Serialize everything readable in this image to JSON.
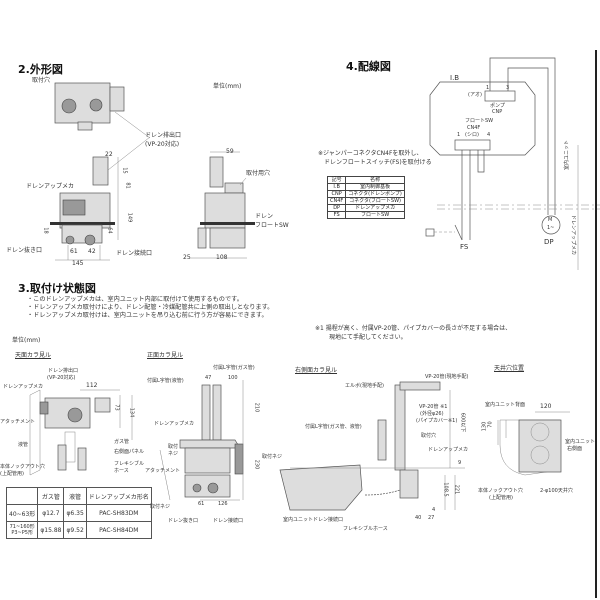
{
  "sections": {
    "outline": {
      "title": "2.外形図",
      "unit": "単位(mm)",
      "labels": {
        "mount_hole_top": "取付穴",
        "drain_outlet": "ドレン排出口",
        "drain_outlet_spec": "(VP-20対応)",
        "drain_up_mech": "ドレンアップメカ",
        "drain_plug": "ドレン抜き口",
        "drain_connect": "ドレン接続口",
        "mount_hole_side": "取付用穴",
        "float_sw_1": "ドレン",
        "float_sw_2": "フロートSW"
      },
      "dims": {
        "top_width": "22",
        "d1": "15",
        "d2": "81",
        "d3": "149",
        "d4": "18",
        "d5": "64",
        "w1": "61",
        "w2": "42",
        "w_total": "145",
        "side_top": "59",
        "side_left": "25",
        "side_width": "108"
      }
    },
    "wiring": {
      "title": "4.配線図",
      "ib": "I.B",
      "pin1_top": "1",
      "pin3_top": "3",
      "ao": "(アオ)",
      "pump": "ポンプ",
      "cnp": "CNP",
      "float_sw": "フロートSW",
      "cn4f": "CN4F",
      "pin1_bottom": "1",
      "shiro": "(シロ)",
      "pin4_bottom": "4",
      "note_1": "※ジャンパーコネクタCN4Fを取外し、",
      "note_2": "ドレンフロートスイッチ(FS)を取付ける",
      "fs": "FS",
      "motor": "M",
      "motor_sub": "1~",
      "dp": "DP",
      "indoor_unit": "室内ユニット",
      "drain_up_mech": "ドレンアップメカ",
      "legend": {
        "headers": [
          "記号",
          "名称"
        ],
        "rows": [
          [
            "I.B",
            "室内制御基板"
          ],
          [
            "CNP",
            "コネクタ(ドレンポンプ)"
          ],
          [
            "CN4F",
            "コネクタ(フロートSW)"
          ],
          [
            "DP",
            "ドレンアップメカ"
          ],
          [
            "FS",
            "フロートSW"
          ]
        ]
      }
    },
    "install": {
      "title": "3.取付け状態図",
      "lines": [
        "・このドレンアップメカは、室内ユニット内部に取付けて使用するものです。",
        "・ドレンアップメカ取付けにより、ドレン配管・冷媒配管共に上側の取出しとなります。",
        "・ドレンアップメカ取付けは、室内ユニットを吊り込む前に行う方が容易にできます。"
      ],
      "footnote_1": "※1 揚程が高く、付属VP-20管、パイプカバーの長さが不足する場合は、",
      "footnote_2": "現地にて手配してください。",
      "unit": "単位(mm)",
      "ceiling_view": {
        "title": "天面カラ見ル",
        "drain_outlet": "ドレン排出口",
        "drain_outlet_spec": "(VP-20対応)",
        "drain_up_mech": "ドレンアップメカ",
        "attachment": "アタッチメント",
        "liquid_pipe": "液管",
        "gas_pipe": "ガス管",
        "right_panel": "右側面パネル",
        "flex_hose_1": "フレキシブル",
        "flex_hose_2": "ホース",
        "knockout_1": "本体ノックアウト穴",
        "knockout_2": "(上配管用)",
        "dim_w": "112",
        "dim_h1": "73",
        "dim_h2": "134"
      },
      "front_view": {
        "title": "正面カラ見ル",
        "l_pipe_gas": "付属L字管(ガス管)",
        "l_pipe_liquid": "付属L字管(液管)",
        "drain_up_mech": "ドレンアップメカ",
        "mount_screw_1": "取付",
        "mount_screw_2": "ネジ",
        "mount_screw_right": "取付ネジ",
        "mount_screw_bottom": "取付ネジ",
        "attachment": "アタッチメント",
        "drain_plug": "ドレン抜き口",
        "drain_connect": "ドレン接続口",
        "dim_top1": "47",
        "dim_top2": "100",
        "dim_v1": "210",
        "dim_v2": "230",
        "dim_b1": "61",
        "dim_b2": "126"
      },
      "side_view": {
        "title": "右側面カラ見ル",
        "vp20_field": "VP-20管(現地手配)",
        "elbow": "エルボ(現地手配)",
        "vp20_1": "VP-20管 ※1",
        "vp20_2": "(外径φ26)",
        "vp20_3": "(パイプカバー※1)",
        "l_pipe": "付属L字管(ガス管、液管)",
        "mount_hole": "取付穴",
        "drain_up_mech": "ドレンアップメカ",
        "unit_drain": "室内ユニットドレン接続口",
        "flex_hose": "フレキシブルホース",
        "dim_600": "600以下",
        "dim_9": "9",
        "dim_108": "108.5",
        "dim_221": "221",
        "dim_4": "4",
        "dim_40": "40",
        "dim_27": "27"
      },
      "ceiling_hole": {
        "title": "天井穴位置",
        "unit_back": "室内ユニット背面",
        "unit_right_1": "室内ユニット",
        "unit_right_2": "右側面",
        "knockout_1": "本体ノックアウト穴",
        "knockout_2": "(上配管用)",
        "holes": "2-φ100天井穴",
        "dim_120": "120",
        "dim_130": "130",
        "dim_70": "70"
      },
      "spec_table": {
        "headers": [
          "",
          "ガス管",
          "液管",
          "ドレンアップメカ形名"
        ],
        "rows": [
          [
            "40~63形",
            "φ12.7",
            "φ6.35",
            "PAC-SH83DM"
          ],
          [
            "71~160形\nP3~P5形",
            "φ15.88",
            "φ9.52",
            "PAC-SH84DM"
          ]
        ]
      }
    }
  }
}
